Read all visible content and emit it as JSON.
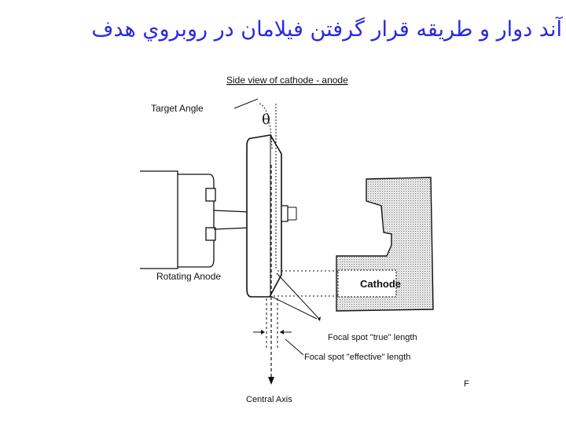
{
  "slide": {
    "title": "آند دوار و طريقه قرار گرفتن فيلامان در روبروي هدف"
  },
  "diagram": {
    "heading": "Side view of cathode - anode",
    "labels": {
      "target_angle": "Target Angle",
      "theta": "θ",
      "rotating_anode": "Rotating Anode",
      "cathode": "Cathode",
      "focal_true": "Focal spot \"true\" length",
      "focal_effective": "Focal spot \"effective\" length",
      "central_axis": "Central Axis",
      "edge_mark": "F"
    },
    "colors": {
      "title": "#2a2ae0",
      "stipple": "#d8d8d8",
      "ink": "#111111"
    }
  }
}
